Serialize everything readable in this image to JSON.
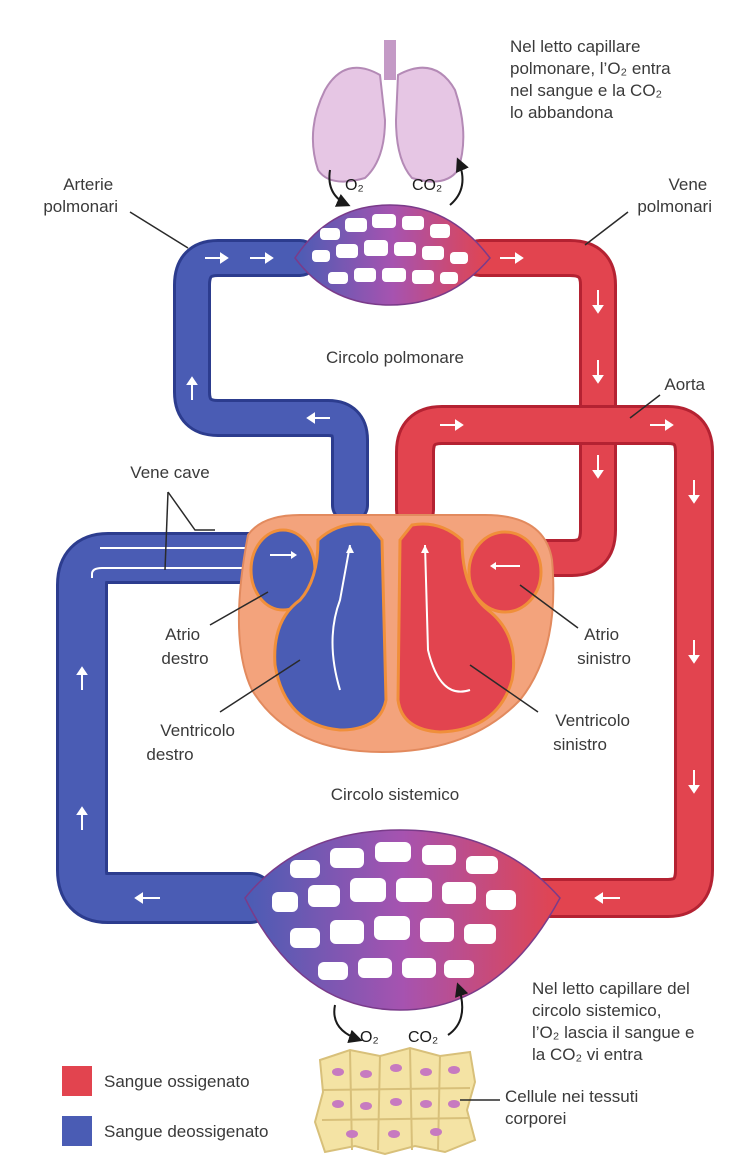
{
  "colors": {
    "oxygenated": "#e2444f",
    "deoxygenated": "#4a5cb4",
    "heart": "#f3a37c",
    "lung": "#e6c6e4",
    "capillary": "#9a4fa8",
    "cells": "#f4e3a4"
  },
  "labels": {
    "pulmonary_capillary_note": [
      "Nel letto capillare",
      "polmonare, l’O₂ entra",
      "nel sangue e la CO₂",
      "lo abbandona"
    ],
    "arterie_polmonari": [
      "Arterie",
      "polmonari"
    ],
    "vene_polmonari": [
      "Vene",
      "polmonari"
    ],
    "circolo_polmonare": "Circolo polmonare",
    "aorta": "Aorta",
    "vene_cave": "Vene cave",
    "atrio_destro": [
      "Atrio",
      "destro"
    ],
    "atrio_sinistro": [
      "Atrio",
      "sinistro"
    ],
    "ventricolo_destro": [
      "Ventricolo",
      "destro"
    ],
    "ventricolo_sinistro": [
      "Ventricolo",
      "sinistro"
    ],
    "circolo_sistemico": "Circolo sistemico",
    "systemic_capillary_note": [
      "Nel letto capillare del",
      "circolo sistemico,",
      "l’O₂ lascia il sangue e",
      "la CO₂ vi entra"
    ],
    "cellule": [
      "Cellule nei tessuti",
      "corporei"
    ],
    "gas_o2": "O₂",
    "gas_co2": "CO₂"
  },
  "legend": [
    {
      "label": "Sangue ossigenato",
      "color": "#e2444f"
    },
    {
      "label": "Sangue deossigenato",
      "color": "#4a5cb4"
    }
  ]
}
